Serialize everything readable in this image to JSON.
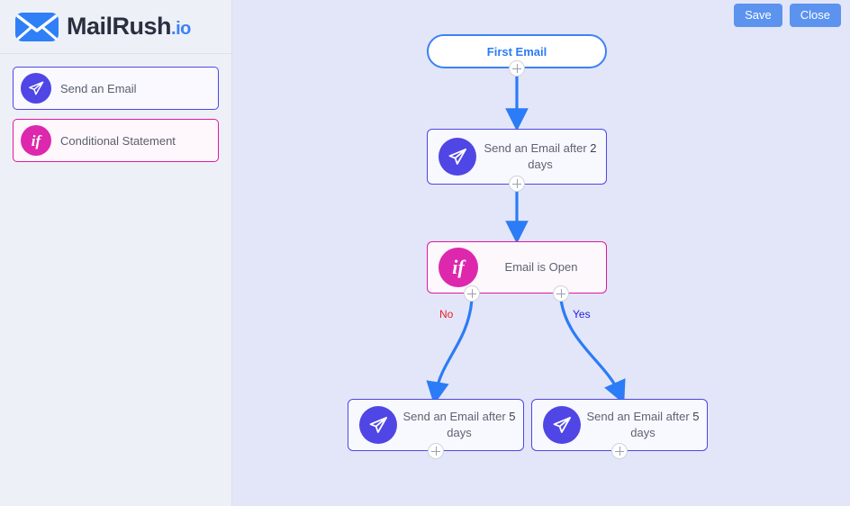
{
  "brand": {
    "name_dark": "MailRush",
    "name_accent": ".io",
    "logo_icon": "envelope-icon"
  },
  "sidebar": {
    "palette_items": [
      {
        "label": "Send an Email",
        "icon": "paper-plane-icon",
        "color": "#4f46e5"
      },
      {
        "label": "Conditional Statement",
        "icon": "if-badge-icon",
        "color": "#dd28ad"
      }
    ]
  },
  "toolbar": {
    "save_label": "Save",
    "close_label": "Close"
  },
  "canvas": {
    "background": "#e3e6f8",
    "edge_color": "#2b7cf6",
    "nodes": [
      {
        "id": "first-email",
        "type": "start",
        "title": "First Email"
      },
      {
        "id": "email-2-days",
        "type": "email",
        "icon": "paper-plane-icon",
        "text_prefix": "Send an Email after",
        "delay_value": "2",
        "delay_unit": "days"
      },
      {
        "id": "email-is-open",
        "type": "condition",
        "icon": "if-badge-icon",
        "title": "Email is Open"
      },
      {
        "id": "email-5-days-no",
        "type": "email",
        "icon": "paper-plane-icon",
        "text_prefix": "Send an Email after",
        "delay_value": "5",
        "delay_unit": "days"
      },
      {
        "id": "email-5-days-yes",
        "type": "email",
        "icon": "paper-plane-icon",
        "text_prefix": "Send an Email after",
        "delay_value": "5",
        "delay_unit": "days"
      }
    ],
    "branch_labels": {
      "no": "No",
      "yes": "Yes"
    }
  }
}
